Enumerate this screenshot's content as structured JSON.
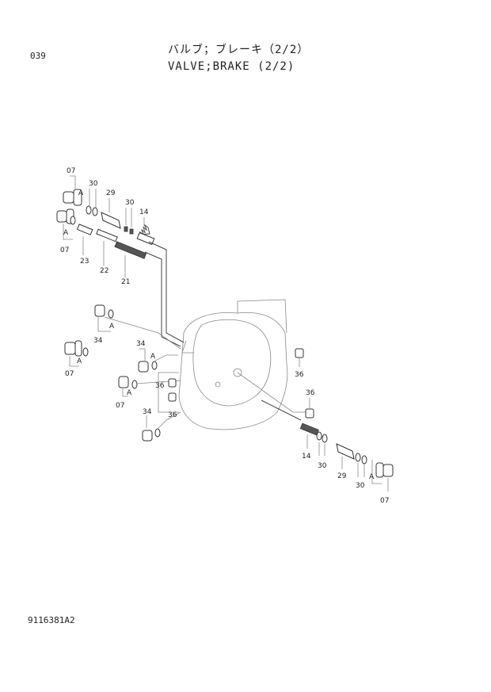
{
  "header": {
    "page_number": "039",
    "title_jp": "バルブ；ブレーキ（2/2）",
    "title_en": "VALVE;BRAKE (2/2)"
  },
  "footer": {
    "drawing_number": "9116381A2"
  },
  "callouts": {
    "c07a": "07",
    "c07b": "07",
    "c07c": "07",
    "c07d": "07",
    "c07e": "07",
    "c30a": "30",
    "c30b": "30",
    "c30c": "30",
    "c30d": "30",
    "c29a": "29",
    "c29b": "29",
    "c14a": "14",
    "c14b": "14",
    "c23": "23",
    "c22": "22",
    "c21": "21",
    "c34a": "34",
    "c34b": "34",
    "c34c": "34",
    "c36a": "36",
    "c36b": "36",
    "c36c": "36",
    "c36d": "36",
    "cAa": "A",
    "cAb": "A",
    "cAc": "A",
    "cAd": "A",
    "cAe": "A",
    "cAf": "A",
    "cAg": "A"
  }
}
